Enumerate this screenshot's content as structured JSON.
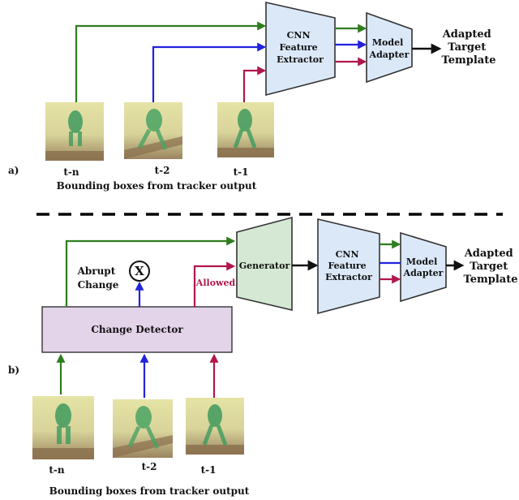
{
  "colors": {
    "green": "#2e7d1e",
    "blue": "#2222dd",
    "red": "#b0184a",
    "cnn_fill": "#dbe8f8",
    "cnn_stroke": "#333333",
    "generator_fill": "#d5e8d4",
    "change_detector_fill": "#e4d4ea",
    "dash": "#000000"
  },
  "panel_a": {
    "tag": "a)",
    "cnn_label": [
      "CNN",
      "Feature",
      "Extractor"
    ],
    "adapter_label": [
      "Model",
      "Adapter"
    ],
    "output_label": [
      "Adapted",
      "Target",
      "Template"
    ],
    "frame_labels": [
      "t-n",
      "t-2",
      "t-1"
    ],
    "caption": "Bounding boxes from tracker output"
  },
  "panel_b": {
    "tag": "b)",
    "generator_label": "Generator",
    "cnn_label": [
      "CNN",
      "Feature",
      "Extractor"
    ],
    "adapter_label": [
      "Model",
      "Adapter"
    ],
    "output_label": [
      "Adapted",
      "Target",
      "Template"
    ],
    "change_detector_label": "Change Detector",
    "abrupt_label": [
      "Abrupt",
      "Change"
    ],
    "reject_symbol": "X",
    "allowed_label": "Allowed",
    "frame_labels": [
      "t-n",
      "t-2",
      "t-1"
    ],
    "caption": "Bounding boxes from tracker output"
  }
}
